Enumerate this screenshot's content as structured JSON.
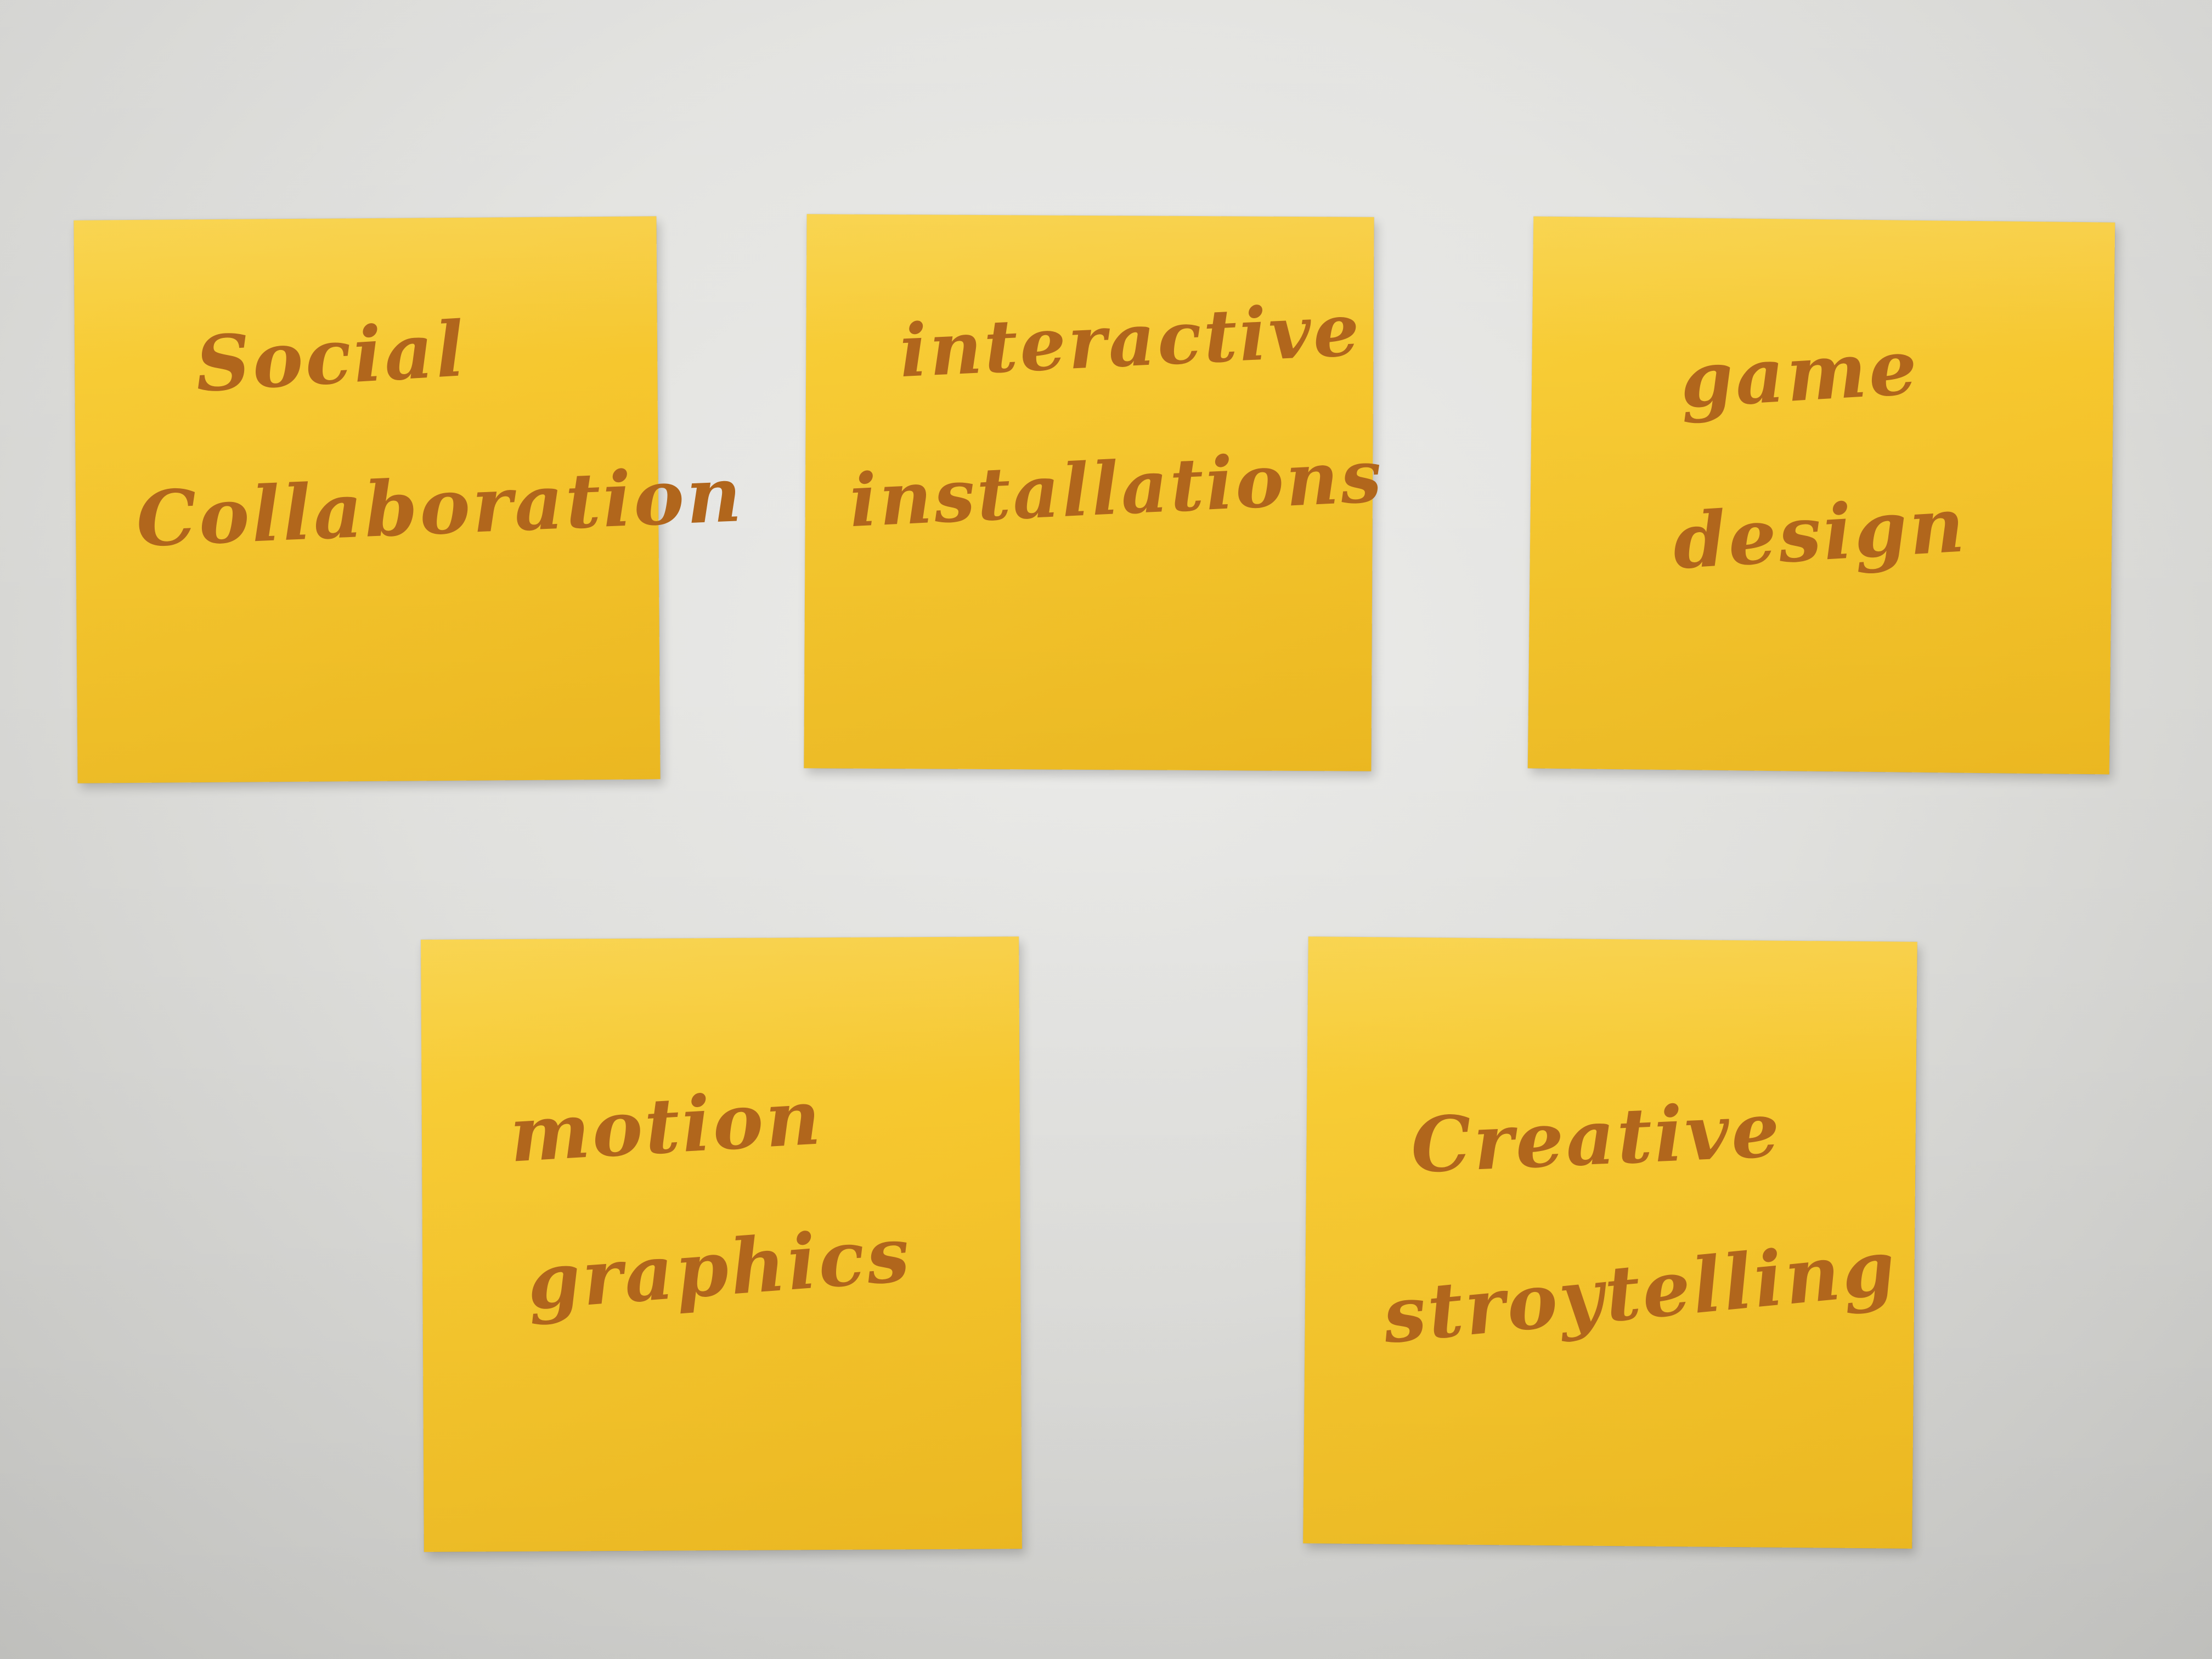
{
  "colors": {
    "wall": "#e2e2df",
    "note": "#f6c62d",
    "ink": "#b1661c"
  },
  "notes": [
    {
      "line1": "Social",
      "line2": "Collaboration"
    },
    {
      "line1": "interactive",
      "line2": "installations"
    },
    {
      "line1": "game",
      "line2": "design"
    },
    {
      "line1": "motion",
      "line2": "graphics"
    },
    {
      "line1": "Creative",
      "line2": "stroytelling"
    }
  ]
}
